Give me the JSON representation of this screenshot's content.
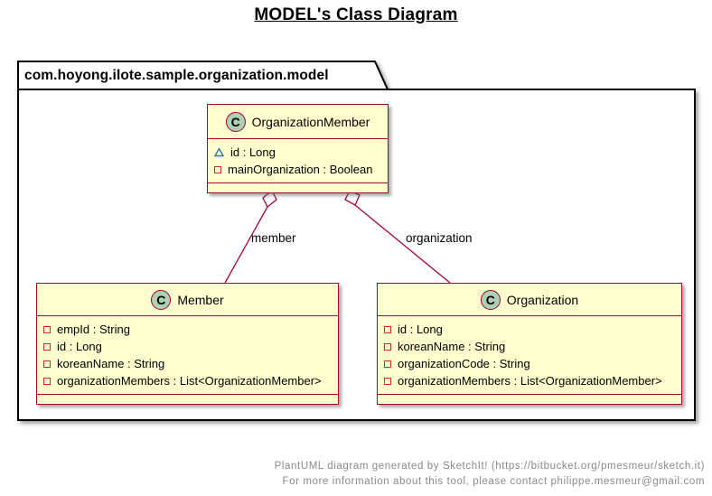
{
  "title": "MODEL's Class Diagram",
  "package": {
    "name": "com.hoyong.ilote.sample.organization.model"
  },
  "classes": [
    {
      "id": "OrganizationMember",
      "icon_letter": "C",
      "name": "OrganizationMember",
      "fields": [
        {
          "visibility": "package-private",
          "text": "id : Long"
        },
        {
          "visibility": "private",
          "text": "mainOrganization : Boolean"
        }
      ]
    },
    {
      "id": "Member",
      "icon_letter": "C",
      "name": "Member",
      "fields": [
        {
          "visibility": "private",
          "text": "empId : String"
        },
        {
          "visibility": "private",
          "text": "id : Long"
        },
        {
          "visibility": "private",
          "text": "koreanName : String"
        },
        {
          "visibility": "private",
          "text": "organizationMembers : List<OrganizationMember>"
        }
      ]
    },
    {
      "id": "Organization",
      "icon_letter": "C",
      "name": "Organization",
      "fields": [
        {
          "visibility": "private",
          "text": "id : Long"
        },
        {
          "visibility": "private",
          "text": "koreanName : String"
        },
        {
          "visibility": "private",
          "text": "organizationCode : String"
        },
        {
          "visibility": "private",
          "text": "organizationMembers : List<OrganizationMember>"
        }
      ]
    }
  ],
  "relations": [
    {
      "from": "OrganizationMember",
      "to": "Member",
      "type": "aggregation",
      "label": "member"
    },
    {
      "from": "OrganizationMember",
      "to": "Organization",
      "type": "aggregation",
      "label": "organization"
    }
  ],
  "footer": {
    "line1": "PlantUML diagram generated by SketchIt! (https://bitbucket.org/pmesmeur/sketch.it)",
    "line2": "For more information about this tool, please contact philippe.mesmeur@gmail.com"
  },
  "colors": {
    "class_fill": "#FEFECE",
    "class_border": "#A80036",
    "circle_fill": "#ADD1B2",
    "relation_line": "#A80036",
    "private_icon": "#C82930",
    "package_private_icon": "#4177AF",
    "footer_text": "#8A8A8A"
  }
}
